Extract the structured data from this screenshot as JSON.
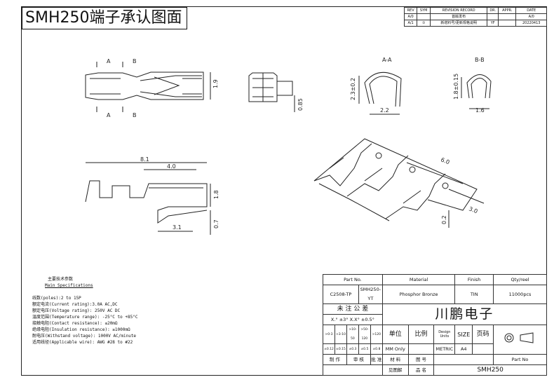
{
  "title": "SMH250端子承认图面",
  "revision": {
    "headers": [
      "REV",
      "SYM",
      "REVISION RECORD",
      "DR.",
      "APPR.",
      "DATE"
    ],
    "rows": [
      [
        "A/0",
        "",
        "首版发布",
        "",
        "",
        "A/0"
      ],
      [
        "A/1",
        "①",
        "新增料号/更新规格说明",
        "YF",
        "",
        "20220413"
      ]
    ]
  },
  "views": {
    "section_a": "A",
    "section_b": "B",
    "aa": "A-A",
    "bb": "B-B",
    "dims": {
      "d19": "1.9",
      "d085": "0.85",
      "d23": "2.3±0.2",
      "d22": "2.2",
      "d18b": "1.8±0.15",
      "d16": "1.6",
      "d81": "8.1",
      "d40": "4.0",
      "d18": "1.8",
      "d31": "3.1",
      "d07": "0.7",
      "d60": "6.0",
      "d30": "3.0",
      "d02": "0.2"
    }
  },
  "specs": {
    "heading": "主要技术参数",
    "heading_en": "Main Specifications",
    "lines": [
      "线数(poles):2 to 15P",
      "额定电流(Current rating):3.0A AC,DC",
      "额定电压(Voltage rating): 250V AC DC",
      "温度范围(Temperature range): -25°C to +85°C",
      "接触电阻(Contact resistance): ≤20mΩ",
      "绝缘电阻(Insulation resistance): ≥1000mΩ",
      "耐电压(Withstand voltage): 1000V AC/minute",
      "适用线径(Applicable wire): AWG #28 to #22"
    ]
  },
  "titleblock": {
    "part_no_h": "Part No.",
    "material_h": "Material",
    "finish_h": "Finish",
    "qty_h": "Qty/reel",
    "part1": "C2508-TP",
    "part2": "SMH250-YT",
    "material": "Phosphor Bronze",
    "finish": "TIN",
    "qty": "11000pcs",
    "tol_h": "未 注 公 差",
    "tol1": "X.° ±3°  X.X° ±0.5°",
    "company": "川鹏电子",
    "r1": ">0-3",
    "r2": ">3-10",
    "r3": ">10-50",
    "r4": ">50-120",
    "r5": ">120",
    "t1": "±0.12",
    "t2": "±0.15",
    "t3": "±0.3",
    "t4": "±0.5",
    "t5": "±0.8",
    "unit_h": "单位",
    "scale_h": "比例",
    "design_units_h": "Design Units",
    "size_h": "SIZE",
    "page_h": "页码",
    "unit": "MM Only",
    "design": "METRIC",
    "size": "A4",
    "make": "制 作",
    "review": "审 核",
    "approve": "批 准",
    "material_cn": "材 料",
    "drawing_no": "图 号",
    "partno_label": "Part No",
    "ref_label": "见图解",
    "name_label": "品 名",
    "name": "SMH250"
  }
}
